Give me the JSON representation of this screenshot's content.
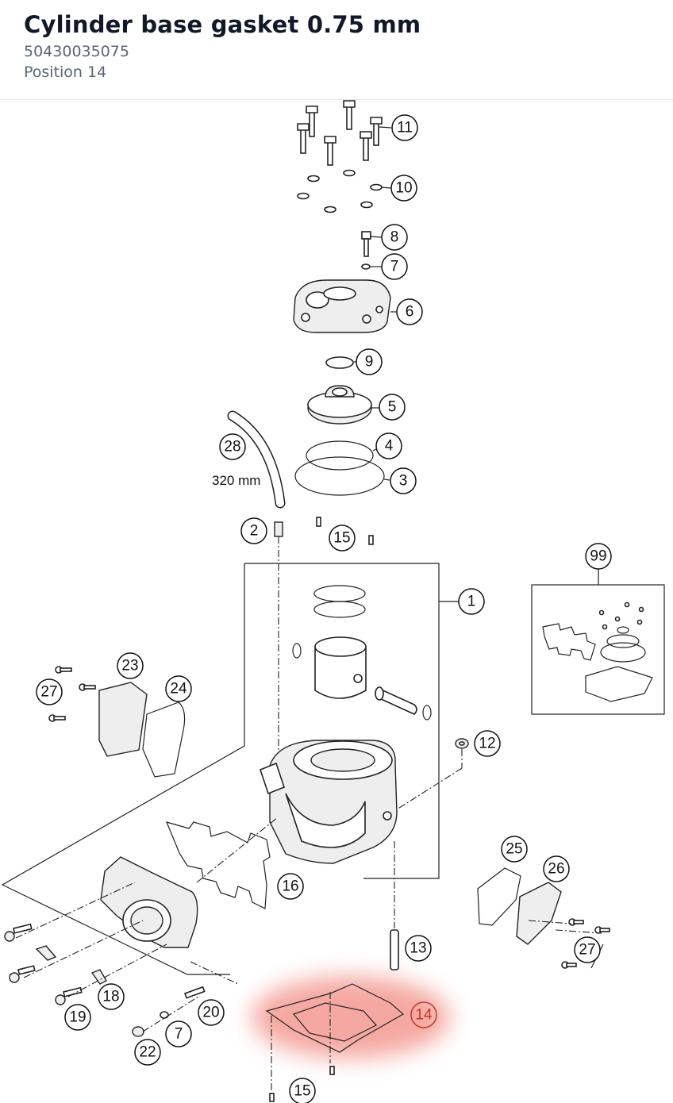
{
  "header": {
    "title": "Cylinder base gasket 0.75 mm",
    "part_number": "50430035075",
    "position": "Position 14"
  },
  "diagram": {
    "hose_length_label": "320 mm",
    "highlight_color": "#f28b82",
    "callouts": {
      "c11": "11",
      "c10": "10",
      "c8": "8",
      "c7a": "7",
      "c6": "6",
      "c9": "9",
      "c5": "5",
      "c4": "4",
      "c3": "3",
      "c28": "28",
      "c2": "2",
      "c15a": "15",
      "c1": "1",
      "c99": "99",
      "c23": "23",
      "c24": "24",
      "c27a": "27",
      "c12": "12",
      "c16": "16",
      "c25": "25",
      "c26": "26",
      "c13": "13",
      "c27b": "27",
      "c18": "18",
      "c19": "19",
      "c20": "20",
      "c7b": "7",
      "c22": "22",
      "c14": "14",
      "c15b": "15"
    }
  }
}
